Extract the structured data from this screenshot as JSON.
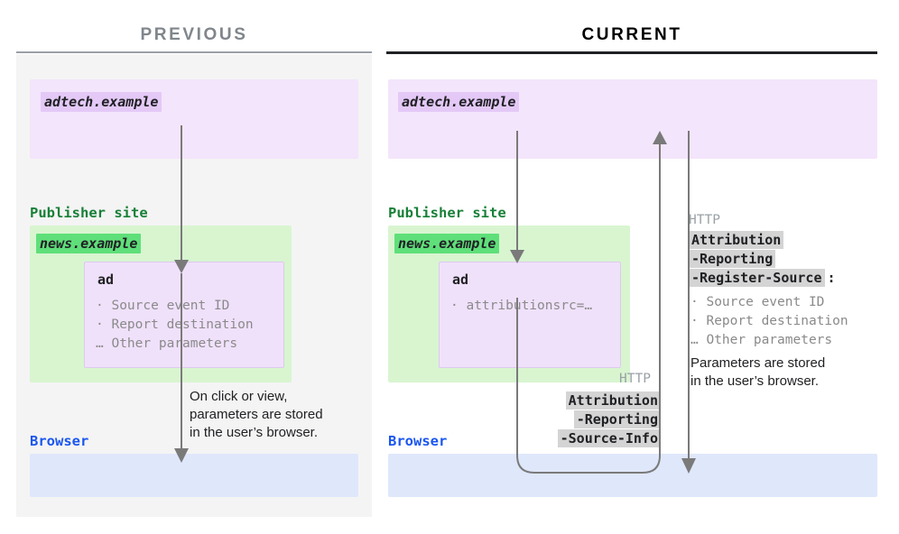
{
  "headers": {
    "previous": "PREVIOUS",
    "current": "CURRENT"
  },
  "colors": {
    "adtech_zone": "#f3e5fb",
    "publisher_zone": "#d8f5d0",
    "browser_zone": "#dfe7fb",
    "adtech_chip": "#e4c9f7",
    "publisher_chip": "#5fdf7a",
    "publisher_label": "#188038",
    "browser_label": "#1a56f0",
    "header_highlight": "#d4d4d4",
    "arrow": "#7a7a7a",
    "muted_text": "#8a8a8a",
    "previous_title": "#80868b",
    "current_title": "#000000"
  },
  "previous": {
    "adtech_chip": "adtech.example",
    "publisher_label": "Publisher site",
    "publisher_chip": "news.example",
    "ad_card": {
      "title": "ad",
      "items": [
        "· Source event ID",
        "· Report destination",
        "… Other parameters"
      ]
    },
    "browser_label": "Browser",
    "note": "On click or view,\nparameters are stored\nin the user’s browser."
  },
  "current": {
    "adtech_chip": "adtech.example",
    "publisher_label": "Publisher site",
    "publisher_chip": "news.example",
    "ad_card": {
      "title": "ad",
      "items": [
        "· attributionsrc=…"
      ]
    },
    "browser_label": "Browser",
    "request_header": {
      "kicker": "HTTP",
      "lines": [
        "Attribution",
        "-Reporting",
        "-Source-Info"
      ]
    },
    "response_header": {
      "kicker": "HTTP",
      "lines": [
        "Attribution",
        "-Reporting",
        "-Register-Source"
      ],
      "colon": ":",
      "items": [
        "· Source event ID",
        "· Report destination",
        "… Other parameters"
      ],
      "note": "Parameters are stored\nin the user’s browser."
    }
  }
}
